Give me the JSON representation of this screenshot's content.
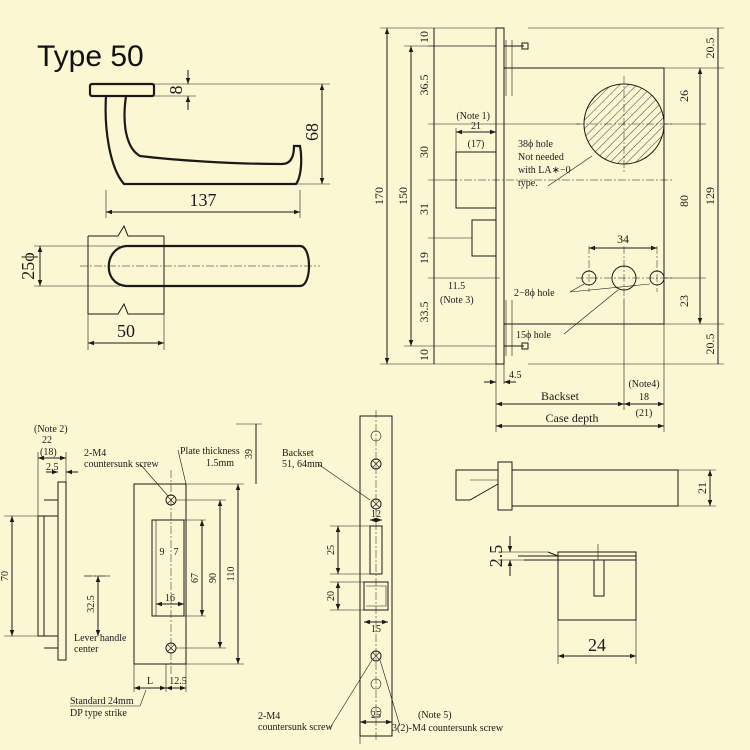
{
  "title": "Type 50",
  "lever": {
    "dim_8": "8",
    "dim_68": "68",
    "dim_137": "137",
    "dim_25phi": "25ϕ",
    "dim_50": "50"
  },
  "lock_body": {
    "dims_left": [
      "10",
      "36.5",
      "30",
      "31",
      "19",
      "33.5",
      "10"
    ],
    "dim_170": "170",
    "dim_150": "150",
    "dims_right": [
      "20.5",
      "26",
      "80",
      "23",
      "20.5"
    ],
    "dim_129": "129",
    "note1": "(Note 1)",
    "dim_21": "21",
    "dim_17": "(17)",
    "hole38": [
      "38ϕ hole",
      "Not needed",
      "with LA∗−0",
      "type."
    ],
    "dim_34": "34",
    "dim_11_5": "11.5",
    "note3": "(Note 3)",
    "hole8": "2−8ϕ hole",
    "hole15": "15ϕ hole",
    "dim_4_5": "4.5",
    "backset": "Backset",
    "note4": "(Note4)",
    "dim_18": "18",
    "dim_21b": "(21)",
    "case_depth": "Case depth"
  },
  "strike": {
    "note2": "(Note 2)",
    "dim_22": "22",
    "dim_18": "(18)",
    "dim_2_5": "2.5",
    "dim_70": "70",
    "dim_32_5": "32.5",
    "lever_center": [
      "Lever handle",
      "center"
    ],
    "m4_screw": [
      "2-M4",
      "countersunk screw"
    ],
    "plate": [
      "Plate thickness",
      "1.5mm"
    ],
    "dim_9": "9",
    "dim_7": "7",
    "dim_16": "16",
    "dim_67": "67",
    "dim_90": "90",
    "dim_110": "110",
    "dim_39": "39",
    "dim_L": "L",
    "dim_12_5": "12.5",
    "standard": [
      "Standard 24mm",
      "DP type strike"
    ]
  },
  "faceplate": {
    "backset": [
      "Backset",
      "51, 64mm"
    ],
    "dim_12": "12",
    "dim_25": "25",
    "dim_20": "20",
    "dim_15": "15",
    "dim_25b": "25",
    "m4_screw": [
      "2-M4",
      "countersunk screw"
    ],
    "note5": "(Note 5)",
    "m4_32": "3(2)-M4 countersunk screw"
  },
  "latch": {
    "dim_21": "21",
    "dim_2_5": "2.5",
    "dim_24": "24"
  }
}
